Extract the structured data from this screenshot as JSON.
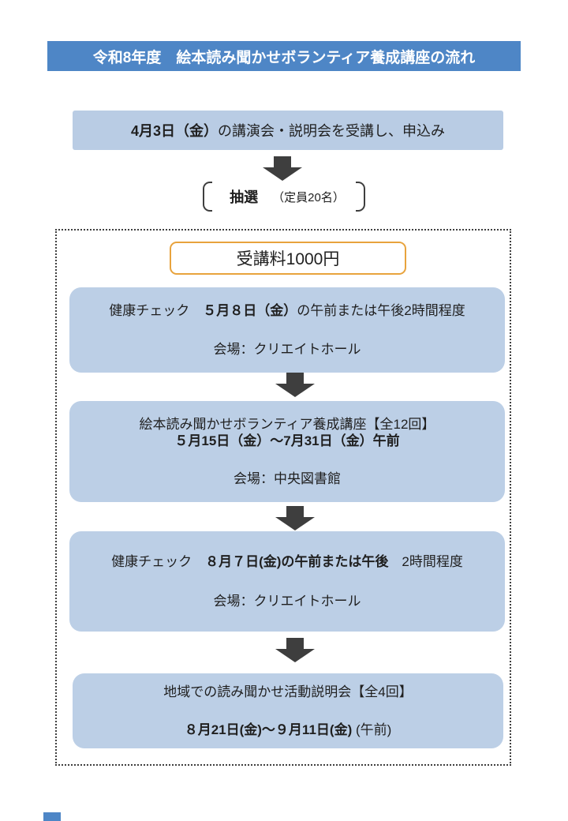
{
  "header": {
    "title": "令和8年度　絵本読み聞かせボランティア養成講座の流れ"
  },
  "colors": {
    "header_bg": "#4E86C6",
    "apply_box_bg": "#B9CCE4",
    "flow_box_bg": "#BCCFE6",
    "arrow": "#3E3E3E",
    "fee_border": "#E8A33D",
    "dotted_frame": "#3F3F3F"
  },
  "apply_step": {
    "date_bold": "4月3日（金）",
    "rest": "の講演会・説明会を受講し、申込み"
  },
  "lottery": {
    "label": "抽選",
    "capacity_note": "（定員20名）"
  },
  "fee_box": {
    "label": "受講料1000円"
  },
  "flow_boxes": {
    "health_check_1": {
      "prefix": "健康チェック　",
      "date_bold": "５月８日（金）",
      "suffix": "の午前または午後2時間程度",
      "venue": "会場：クリエイトホール"
    },
    "training_course": {
      "title": "絵本読み聞かせボランティア養成講座【全12回】",
      "date_bold": "５月15日（金）～7月31日（金）午前",
      "venue": "会場：中央図書館"
    },
    "health_check_2": {
      "prefix": "健康チェック　",
      "date_bold": "８月７日(金)の午前または午後",
      "suffix": "　2時間程度",
      "venue": "会場：クリエイトホール"
    },
    "community_session": {
      "title": "地域での読み聞かせ活動説明会【全4回】",
      "date_bold": "８月21日(金)～９月11日(金)",
      "date_suffix": " (午前)"
    }
  }
}
